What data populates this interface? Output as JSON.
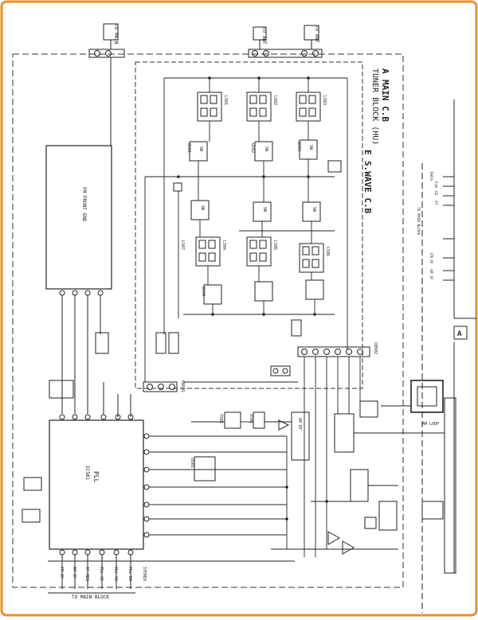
{
  "frame": {
    "border_color": "#e8912a",
    "paper_color": "#ffffff",
    "ink_color": "#222222"
  },
  "titles": {
    "main_board": "MAIN C.B",
    "main_board_tag": "A",
    "tuner_block": "TUNER BLOCK (HU)",
    "swave_board": "S.WAVE C.B",
    "swave_tag": "E",
    "right_tag": "A"
  },
  "connectors": {
    "top_left": "TO MAIN",
    "top_mid": "TO ANT",
    "top_right": "TO ANT",
    "cn_main": "CN501",
    "cn_sw": "CN502"
  },
  "ics": {
    "fm_front_end": "FM FRONT END",
    "pll": "PLL",
    "pll_part": "IC501",
    "am_rf": "AM RF"
  },
  "switches": [
    "SW",
    "SW",
    "SW",
    "SW",
    "SW",
    "SW"
  ],
  "bottom_labels": [
    "TO MAIN BLOCK",
    "FM IF",
    "AM IF",
    "IF REQ",
    "PLL CE",
    "PLL CK",
    "PLL DA",
    "STEREO"
  ],
  "right_labels": [
    "DATA",
    "CLK",
    "CE",
    "ST",
    "FM IF",
    "AM IF",
    "TO MAIN BLOCK"
  ],
  "right_box": "AM LOOP",
  "part_labels": [
    "L501",
    "L502",
    "L503",
    "L504",
    "L505",
    "L506",
    "L507",
    "Q501",
    "Q502",
    "Q503",
    "Q504",
    "T501",
    "X501",
    "D501"
  ]
}
